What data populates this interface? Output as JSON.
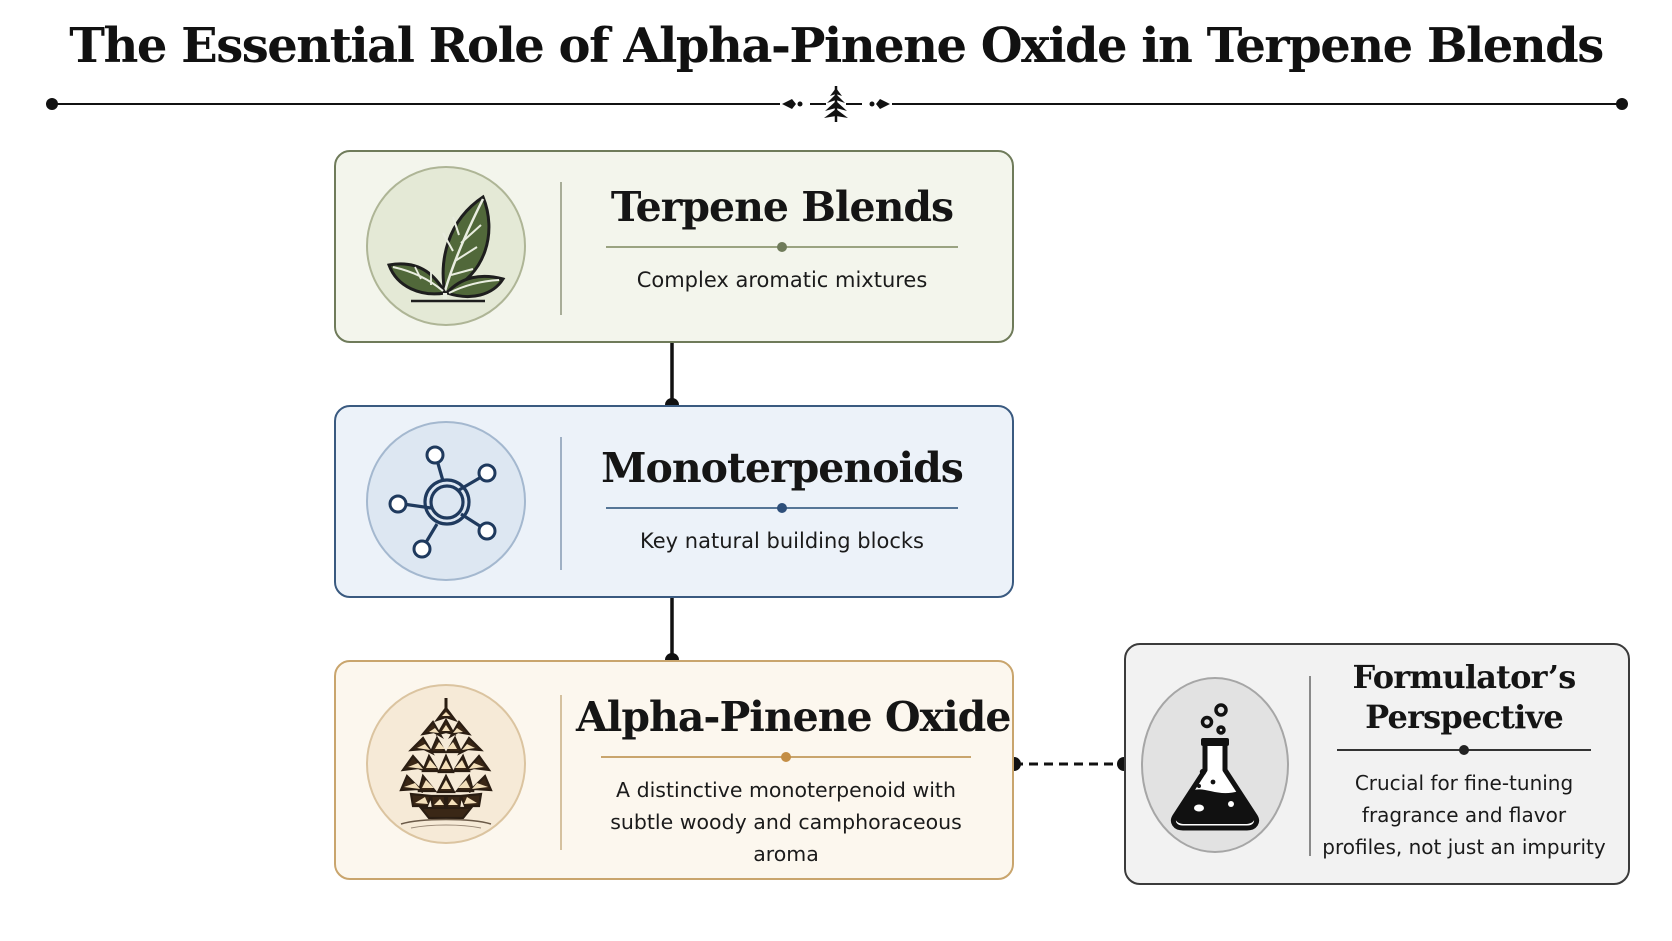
{
  "title": "The Essential Role of Alpha-Pinene Oxide in Terpene Blends",
  "colors": {
    "terpene_accent": "#6f7b5a",
    "mono_accent": "#3a5a80",
    "alpha_accent": "#c9a56d",
    "formulator_accent": "#3b3b3b",
    "leaf_green": "#51683a"
  },
  "nodes": [
    {
      "id": "terpene-blends",
      "title": "Terpene Blends",
      "description": "Complex aromatic mixtures",
      "icon": "leaf-icon"
    },
    {
      "id": "monoterpenoids",
      "title": "Monoterpenoids",
      "description": "Key natural building blocks",
      "icon": "molecule-icon"
    },
    {
      "id": "alpha-pinene-oxide",
      "title": "Alpha-Pinene Oxide",
      "description_lines": [
        "A distinctive monoterpenoid with",
        "subtle woody and camphoraceous aroma"
      ],
      "icon": "pinecone-icon"
    },
    {
      "id": "formulators-perspective",
      "title_lines": [
        "Formulator’s",
        "Perspective"
      ],
      "description_lines": [
        "Crucial for fine-tuning",
        "fragrance and flavor",
        "profiles, not just an impurity"
      ],
      "icon": "flask-icon"
    }
  ],
  "edges": [
    {
      "from": "terpene-blends",
      "to": "monoterpenoids",
      "style": "solid"
    },
    {
      "from": "monoterpenoids",
      "to": "alpha-pinene-oxide",
      "style": "solid"
    },
    {
      "from": "alpha-pinene-oxide",
      "to": "formulators-perspective",
      "style": "dashed"
    }
  ]
}
